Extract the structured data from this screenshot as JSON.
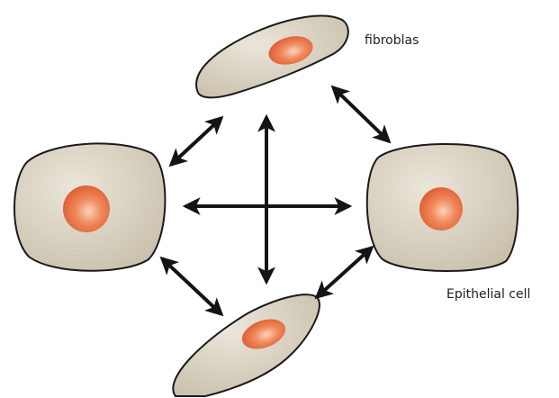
{
  "labels": {
    "fibroblast": "fibroblas",
    "epithelial": "Epithelial cell"
  },
  "colors": {
    "cytoplasm": "#cfc6b3",
    "cytoplasm_highlight": "#e6e0d2",
    "outline": "#1a1a1a",
    "nucleus": "#e0633a",
    "nucleus_highlight": "#f9c3a4",
    "arrow": "#141414"
  },
  "cells": [
    {
      "id": "top",
      "shape": "fibroblast"
    },
    {
      "id": "left",
      "shape": "epithelial"
    },
    {
      "id": "right",
      "shape": "epithelial"
    },
    {
      "id": "bottom",
      "shape": "fibroblast"
    }
  ],
  "arrows": [
    {
      "from": "left",
      "to": "top",
      "bidirectional": true
    },
    {
      "from": "top",
      "to": "right",
      "bidirectional": true
    },
    {
      "from": "left",
      "to": "bottom",
      "bidirectional": true
    },
    {
      "from": "bottom",
      "to": "right",
      "bidirectional": true
    },
    {
      "from": "left",
      "to": "right",
      "bidirectional": true
    },
    {
      "from": "top",
      "to": "bottom",
      "bidirectional": true
    }
  ]
}
